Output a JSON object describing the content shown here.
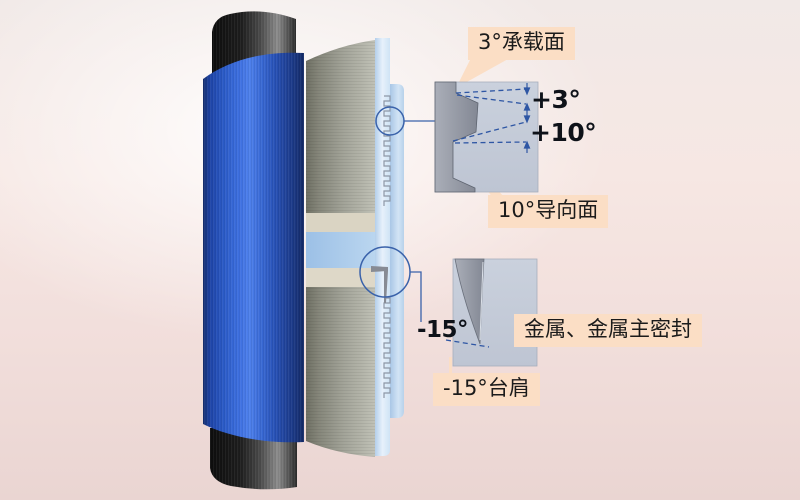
{
  "diagram": {
    "callouts": {
      "bearing_face": "3°承载面",
      "guide_face": "10°导向面",
      "metal_seal": "金属、金属主密封",
      "shoulder": "-15°台肩"
    },
    "angle_dimensions": {
      "load_flank": "+3°",
      "guide_flank": "+10°",
      "shoulder_angle": "-15°"
    },
    "colors": {
      "callout_bg": "#fbdec5",
      "annotation_blue": "#3059a6",
      "pipe_blue": "#2e5fd3",
      "pipe_black": "#1c1c1c",
      "steel_gray": "#9b9c8e",
      "background_pink": "#f3e2df"
    }
  }
}
